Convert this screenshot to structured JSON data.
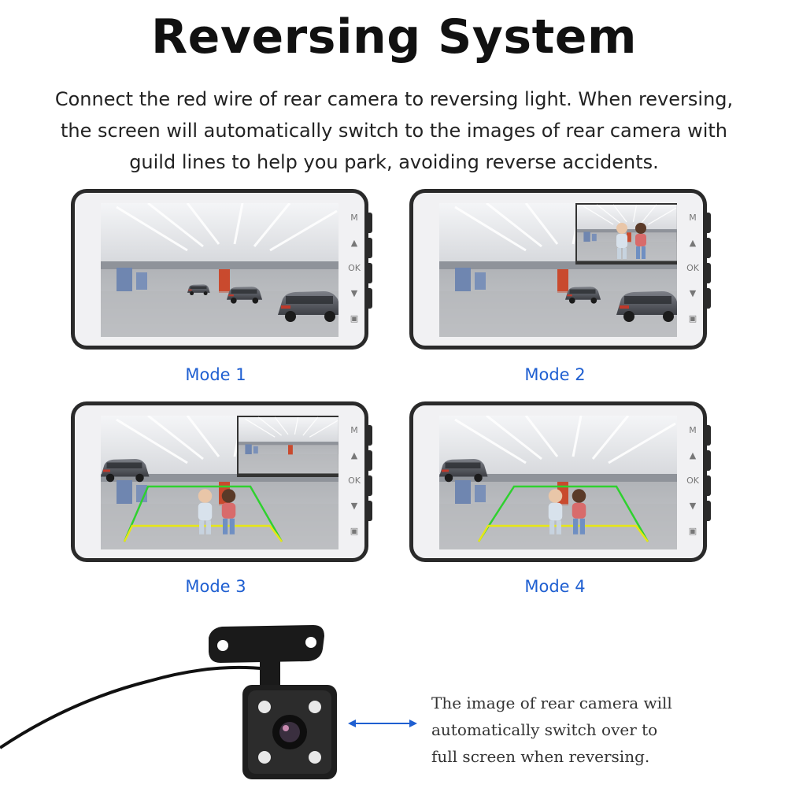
{
  "title": "Reversing System",
  "description": {
    "line1": "Connect the red wire of rear camera to reversing light. When reversing,",
    "line2": "the screen will automatically switch to the images of rear camera with",
    "line3": "guild lines to help you park, avoiding reverse accidents."
  },
  "device_buttons": {
    "menu": "M",
    "up": "▲",
    "ok": "OK",
    "down": "▼",
    "mode": "▣"
  },
  "modes": [
    {
      "label": "Mode 1"
    },
    {
      "label": "Mode 2"
    },
    {
      "label": "Mode 3"
    },
    {
      "label": "Mode 4"
    }
  ],
  "camera_caption": {
    "line1": "The image of rear camera will",
    "line2": "automatically switch over to",
    "line3": "full screen when reversing."
  },
  "colors": {
    "mode_label": "#1f5fd1",
    "arrow": "#1f5fd1",
    "guide_green": "#2fd12f",
    "guide_yellow": "#e6e617",
    "device_frame": "#2a2a2a"
  }
}
